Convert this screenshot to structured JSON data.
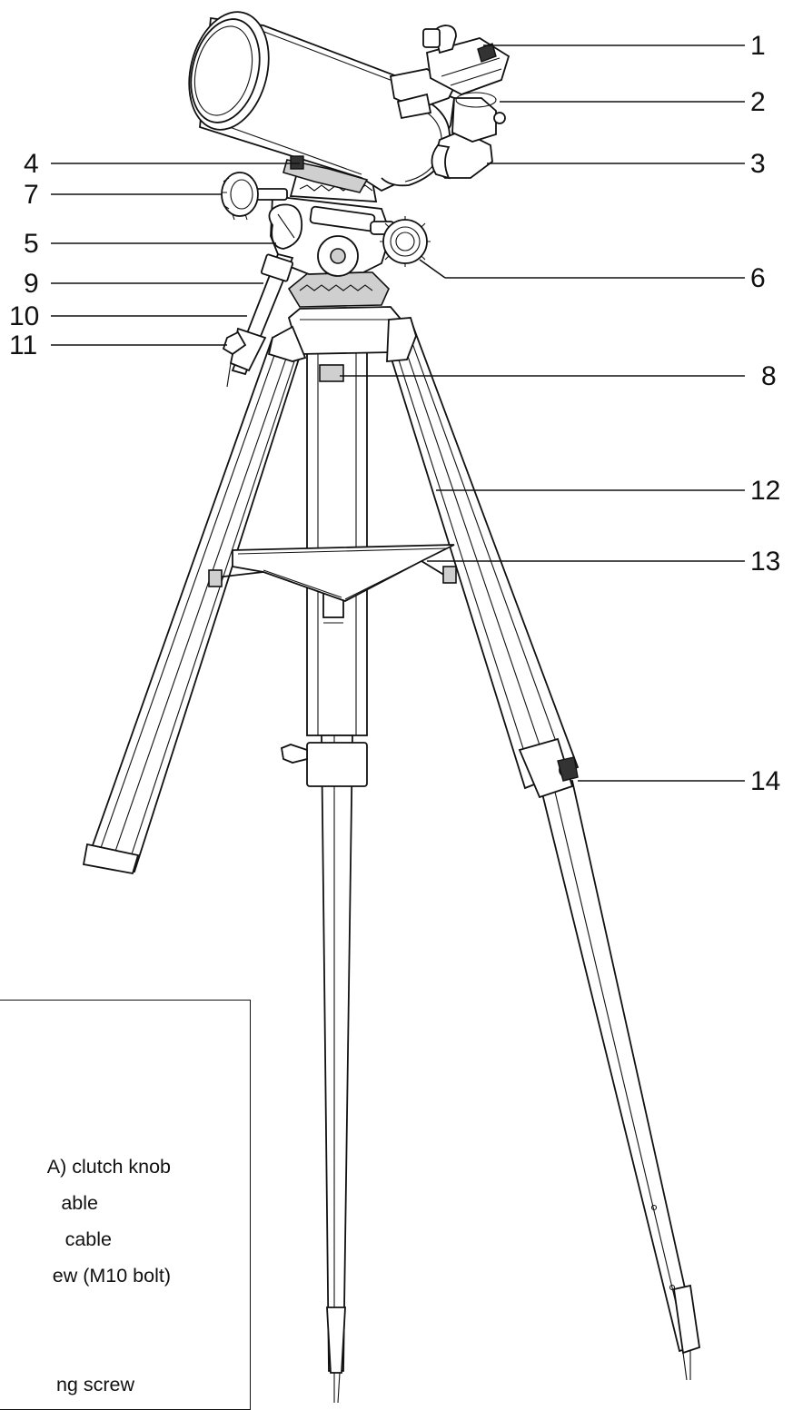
{
  "callouts": [
    {
      "num": "1"
    },
    {
      "num": "2"
    },
    {
      "num": "3"
    },
    {
      "num": "4"
    },
    {
      "num": "7"
    },
    {
      "num": "5"
    },
    {
      "num": "9"
    },
    {
      "num": "6"
    },
    {
      "num": "10"
    },
    {
      "num": "11"
    },
    {
      "num": "8"
    },
    {
      "num": "12"
    },
    {
      "num": "13"
    },
    {
      "num": "14"
    }
  ],
  "legend": {
    "items": [
      {
        "text": "A) clutch knob"
      },
      {
        "text": "able"
      },
      {
        "text": "cable"
      },
      {
        "text": "ew (M10 bolt)"
      },
      {
        "text": ""
      },
      {
        "text": ""
      },
      {
        "text": "ng screw"
      }
    ]
  }
}
